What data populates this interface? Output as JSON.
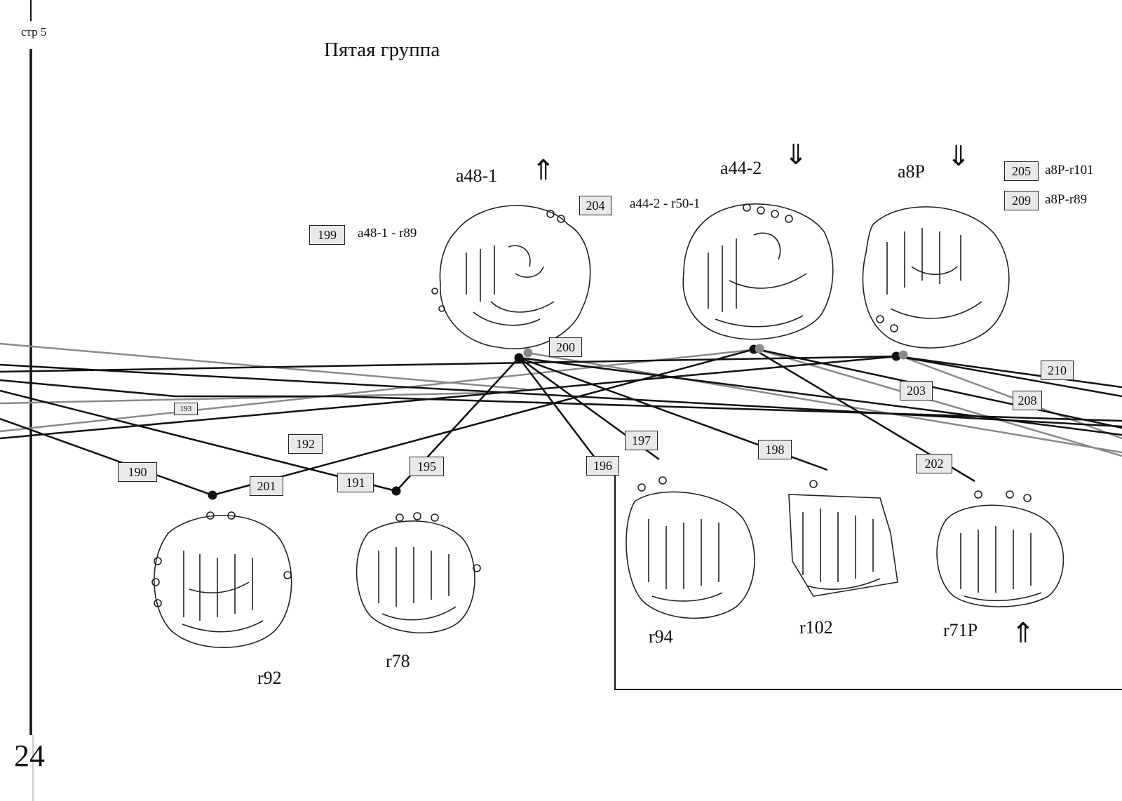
{
  "page": {
    "header_label": "стр  5",
    "page_number": "24",
    "group_title": "Пятая группа"
  },
  "coins": {
    "a48_1": "a48-1",
    "a44_2": "a44-2",
    "a8P": "a8P",
    "r92": "r92",
    "r78": "r78",
    "r94": "r94",
    "r102": "r102",
    "r71P": "r71P"
  },
  "links": {
    "l190": "190",
    "l191": "191",
    "l192": "192",
    "l193": "193",
    "l195": "195",
    "l196": "196",
    "l197": "197",
    "l198": "198",
    "l199": "199",
    "l200": "200",
    "l201": "201",
    "l202": "202",
    "l203": "203",
    "l204": "204",
    "l205": "205",
    "l208": "208",
    "l209": "209",
    "l210": "210"
  },
  "notes": {
    "n199": "a48-1 - r89",
    "n204": "a44-2 - r50-1",
    "n205": "a8P-r101",
    "n209": "a8P-r89"
  },
  "arrows": {
    "up": "⇑",
    "down": "⇓"
  },
  "colors": {
    "line_dark": "#111111",
    "line_gray": "#8a8a8a",
    "box_fill": "#e9e9e9"
  }
}
